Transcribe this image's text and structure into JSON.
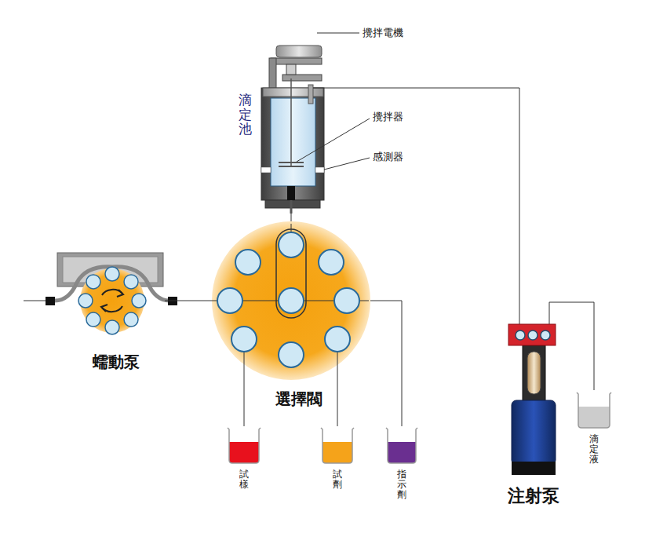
{
  "diagram": {
    "nodes": [
      {
        "text": [
          "滴定池"
        ]
      },
      {
        "text": [
          "蠕動泵"
        ]
      },
      {
        "text": [
          "選擇閥"
        ]
      },
      {
        "text": [
          "試樣"
        ]
      },
      {
        "text": [
          "試劑"
        ]
      },
      {
        "text": [
          "指示劑"
        ]
      },
      {
        "text": [
          "注射泵"
        ]
      },
      {
        "text": [
          "滴定液"
        ]
      }
    ],
    "edges": [
      {
        "from": 2,
        "to": 0,
        "arrow": "none"
      },
      {
        "from": 1,
        "to": 2,
        "arrow": "none"
      },
      {
        "from": 2,
        "to": 3,
        "arrow": "none"
      },
      {
        "from": 2,
        "to": 4,
        "arrow": "none"
      },
      {
        "from": 2,
        "to": 5,
        "arrow": "none"
      },
      {
        "from": 6,
        "to": 0,
        "arrow": "none"
      },
      {
        "from": 6,
        "to": 7,
        "arrow": "none"
      }
    ],
    "labels": [
      "攪拌電機",
      "攪拌器",
      "感測器"
    ]
  }
}
